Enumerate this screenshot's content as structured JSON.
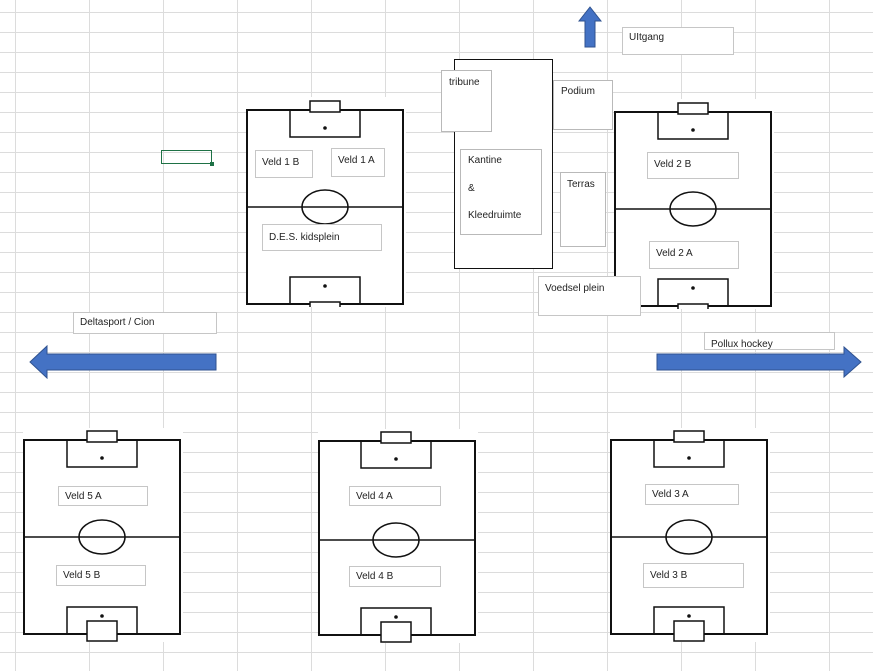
{
  "fields": {
    "veld1": {
      "label_b": "Veld 1 B",
      "label_a": "Veld 1 A",
      "label_c": "D.E.S. kidsplein"
    },
    "veld2": {
      "label_b": "Veld 2 B",
      "label_a": "Veld 2 A"
    },
    "veld3": {
      "label_a": "Veld 3 A",
      "label_b": "Veld 3 B"
    },
    "veld4": {
      "label_a": "Veld 4 A",
      "label_b": "Veld 4 B"
    },
    "veld5": {
      "label_a": "Veld 5 A",
      "label_b": "Veld 5 B"
    }
  },
  "facilities": {
    "tribune": "tribune",
    "podium": "Podium",
    "kantine": "Kantine",
    "ampersand": "&",
    "kleedruimte": "Kleedruimte",
    "terras": "Terras",
    "voedsel_plein": "Voedsel plein"
  },
  "exits": {
    "uitgang": "UItgang",
    "deltasport": "Deltasport / Cion",
    "pollux": "Pollux hockey"
  },
  "colors": {
    "arrow": "#4472c4",
    "arrow_edge": "#2f528f",
    "selection": "#1e7145",
    "grid": "#dcdcdc"
  },
  "icons": {
    "up": "arrow-up",
    "left": "arrow-left",
    "right": "arrow-right"
  }
}
